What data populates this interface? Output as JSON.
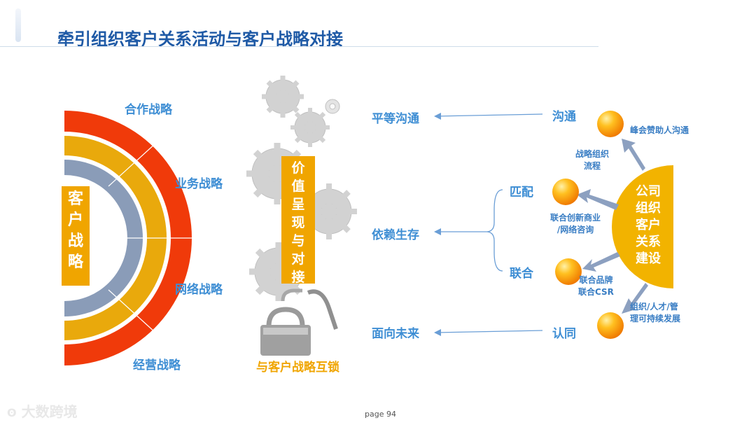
{
  "title": "牵引组织客户关系活动与客户战略对接",
  "left": {
    "core": "客户战略",
    "strategies": [
      "合作战略",
      "业务战略",
      "网络战略",
      "经营战略"
    ]
  },
  "middle": {
    "core": "价值呈现与对接",
    "caption": "与客户战略互锁"
  },
  "right": {
    "outcomes": [
      "平等沟通",
      "依赖生存",
      "面向未来"
    ],
    "modes": [
      "沟通",
      "匹配",
      "联合",
      "认同"
    ],
    "hub": "公司组织客户关系建设",
    "path_labels": [
      "战略组织\n流程",
      "联合创新商业\n/网络咨询",
      "联合品牌\n联合CSR",
      "组织/人才/管\n理可持续发展"
    ],
    "node_labels": [
      "峰会赞助人沟通"
    ]
  },
  "footer": {
    "page": "page 94"
  },
  "watermark": "大数跨境",
  "colors": {
    "red": "#f03a0a",
    "gold": "#e9a90c",
    "slate": "#8a9cb8",
    "blue": "#3e8ed4",
    "accent": "#f0a500"
  }
}
